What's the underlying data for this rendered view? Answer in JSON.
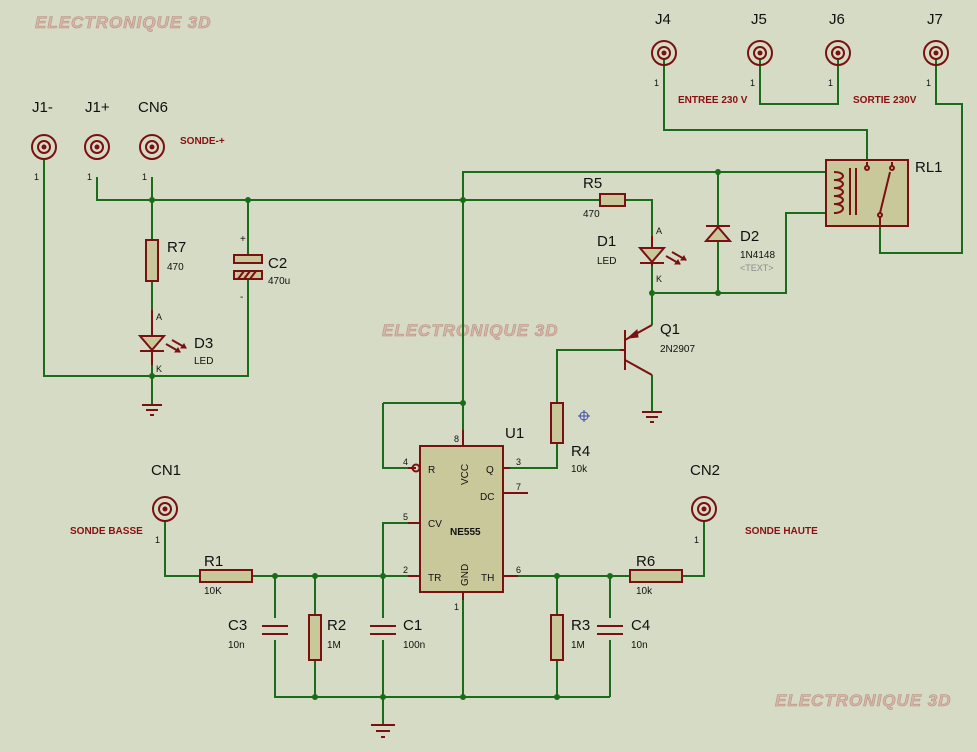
{
  "watermark": "ELECTRONIQUE 3D",
  "connectors": {
    "j1m": "J1-",
    "j1p": "J1+",
    "cn6": "CN6",
    "j4": "J4",
    "j5": "J5",
    "j6": "J6",
    "j7": "J7",
    "cn1": "CN1",
    "cn2": "CN2",
    "pin1": "1"
  },
  "notes": {
    "sonde_pm": "SONDE-+",
    "entree": "ENTREE 230 V",
    "sortie": "SORTIE 230V",
    "sonde_basse": "SONDE BASSE",
    "sonde_haute": "SONDE HAUTE"
  },
  "components": {
    "R1": {
      "ref": "R1",
      "value": "10K"
    },
    "R2": {
      "ref": "R2",
      "value": "1M"
    },
    "R3": {
      "ref": "R3",
      "value": "1M"
    },
    "R4": {
      "ref": "R4",
      "value": "10k"
    },
    "R5": {
      "ref": "R5",
      "value": "470"
    },
    "R6": {
      "ref": "R6",
      "value": "10k"
    },
    "R7": {
      "ref": "R7",
      "value": "470"
    },
    "C1": {
      "ref": "C1",
      "value": "100n"
    },
    "C2": {
      "ref": "C2",
      "value": "470u"
    },
    "C3": {
      "ref": "C3",
      "value": "10n"
    },
    "C4": {
      "ref": "C4",
      "value": "10n"
    },
    "D1": {
      "ref": "D1",
      "value": "LED"
    },
    "D2": {
      "ref": "D2",
      "value": "1N4148",
      "extra": "<TEXT>"
    },
    "D3": {
      "ref": "D3",
      "value": "LED"
    },
    "Q1": {
      "ref": "Q1",
      "value": "2N2907"
    },
    "RL1": {
      "ref": "RL1"
    },
    "U1": {
      "ref": "U1",
      "chip": "NE555",
      "pins": {
        "R": "R",
        "VCC": "VCC",
        "Q": "Q",
        "DC": "DC",
        "CV": "CV",
        "TR": "TR",
        "GND": "GND",
        "TH": "TH"
      },
      "pin_numbers": {
        "p4": "4",
        "p8": "8",
        "p3": "3",
        "p7": "7",
        "p5": "5",
        "p2": "2",
        "p6": "6",
        "p1": "1"
      }
    }
  },
  "pin_labels": {
    "A": "A",
    "K": "K",
    "plus": "+",
    "minus": "-"
  }
}
